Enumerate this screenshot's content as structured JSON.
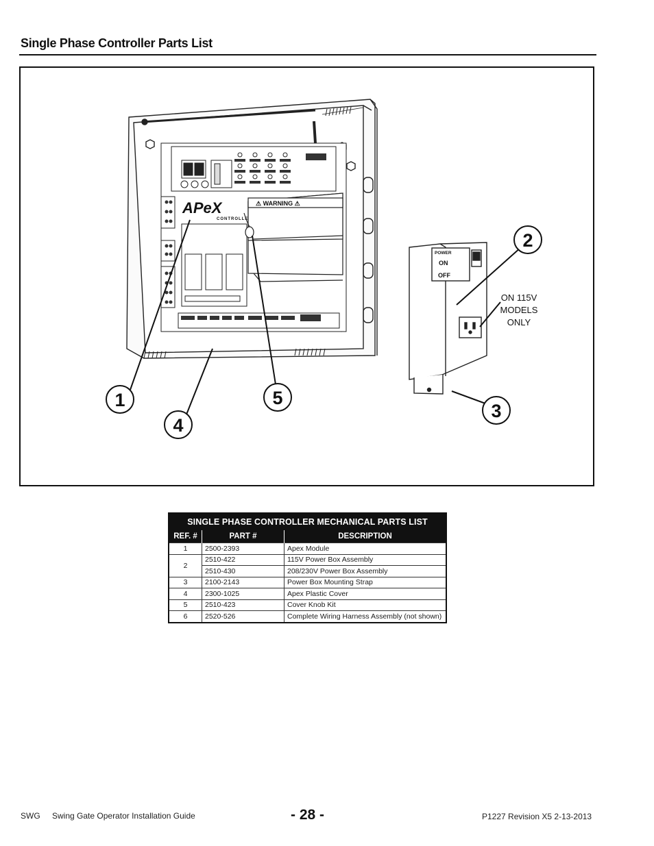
{
  "page": {
    "section_title": "Single Phase Controller Parts List",
    "footer": {
      "doc_code": "SWG",
      "doc_name": "Swing Gate Operator Installation Guide",
      "page_number": "- 28 -",
      "revision": "P1227 Revision X5 2-13-2013"
    }
  },
  "figure": {
    "brand": "APeX",
    "brand_sub": "CONTROLLER",
    "warning_label": "⚠ WARNING ⚠",
    "power_label": "POWER",
    "switch_on": "ON",
    "switch_off": "OFF",
    "outlet_note": [
      "ON 115V",
      "MODELS",
      "ONLY"
    ],
    "callouts": [
      "1",
      "2",
      "3",
      "4",
      "5"
    ]
  },
  "table": {
    "title": "SINGLE PHASE CONTROLLER MECHANICAL PARTS LIST",
    "headers": [
      "REF. #",
      "PART #",
      "DESCRIPTION"
    ],
    "rows": [
      {
        "ref": "1",
        "part": "2500-2393",
        "desc": "Apex Module"
      },
      {
        "ref": "2",
        "part": "2510-422",
        "desc": "115V Power Box Assembly"
      },
      {
        "ref": "",
        "part": "2510-430",
        "desc": "208/230V Power Box Assembly"
      },
      {
        "ref": "3",
        "part": "2100-2143",
        "desc": "Power Box Mounting Strap"
      },
      {
        "ref": "4",
        "part": "2300-1025",
        "desc": "Apex Plastic Cover"
      },
      {
        "ref": "5",
        "part": "2510-423",
        "desc": "Cover Knob Kit"
      },
      {
        "ref": "6",
        "part": "2520-526",
        "desc": "Complete Wiring Harness Assembly (not shown)"
      }
    ]
  }
}
